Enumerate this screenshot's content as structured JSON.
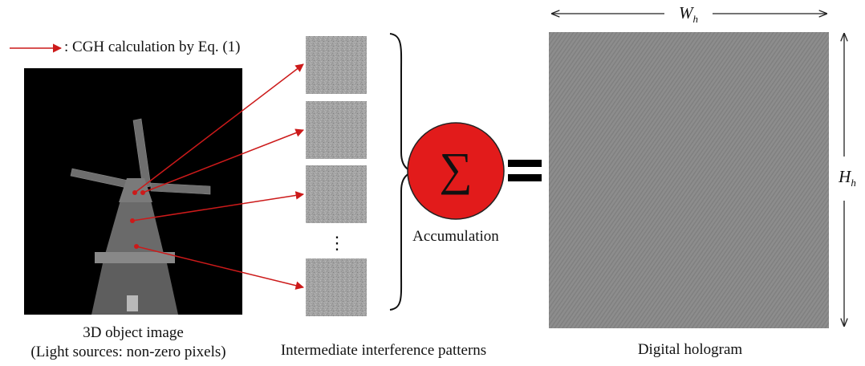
{
  "legend": {
    "text": ": CGH calculation by Eq. (1)",
    "arrow_color": "#cc1a1a"
  },
  "object": {
    "caption_line1": "3D object image",
    "caption_line2": "(Light sources: non-zero pixels)"
  },
  "patterns": {
    "caption": "Intermediate interference patterns",
    "ellipsis": "⋮",
    "count_shown": 4
  },
  "accumulation": {
    "symbol": "∑",
    "label": "Accumulation",
    "color": "#e21b1b",
    "equals": "="
  },
  "hologram": {
    "caption": "Digital hologram",
    "width_label": "W",
    "width_sub": "h",
    "height_label": "H",
    "height_sub": "h"
  },
  "colors": {
    "arrow": "#cc1a1a",
    "pattern_gray": "#9a9a9a",
    "hologram_gray": "#8c8c8c",
    "object_bg": "#000000"
  }
}
